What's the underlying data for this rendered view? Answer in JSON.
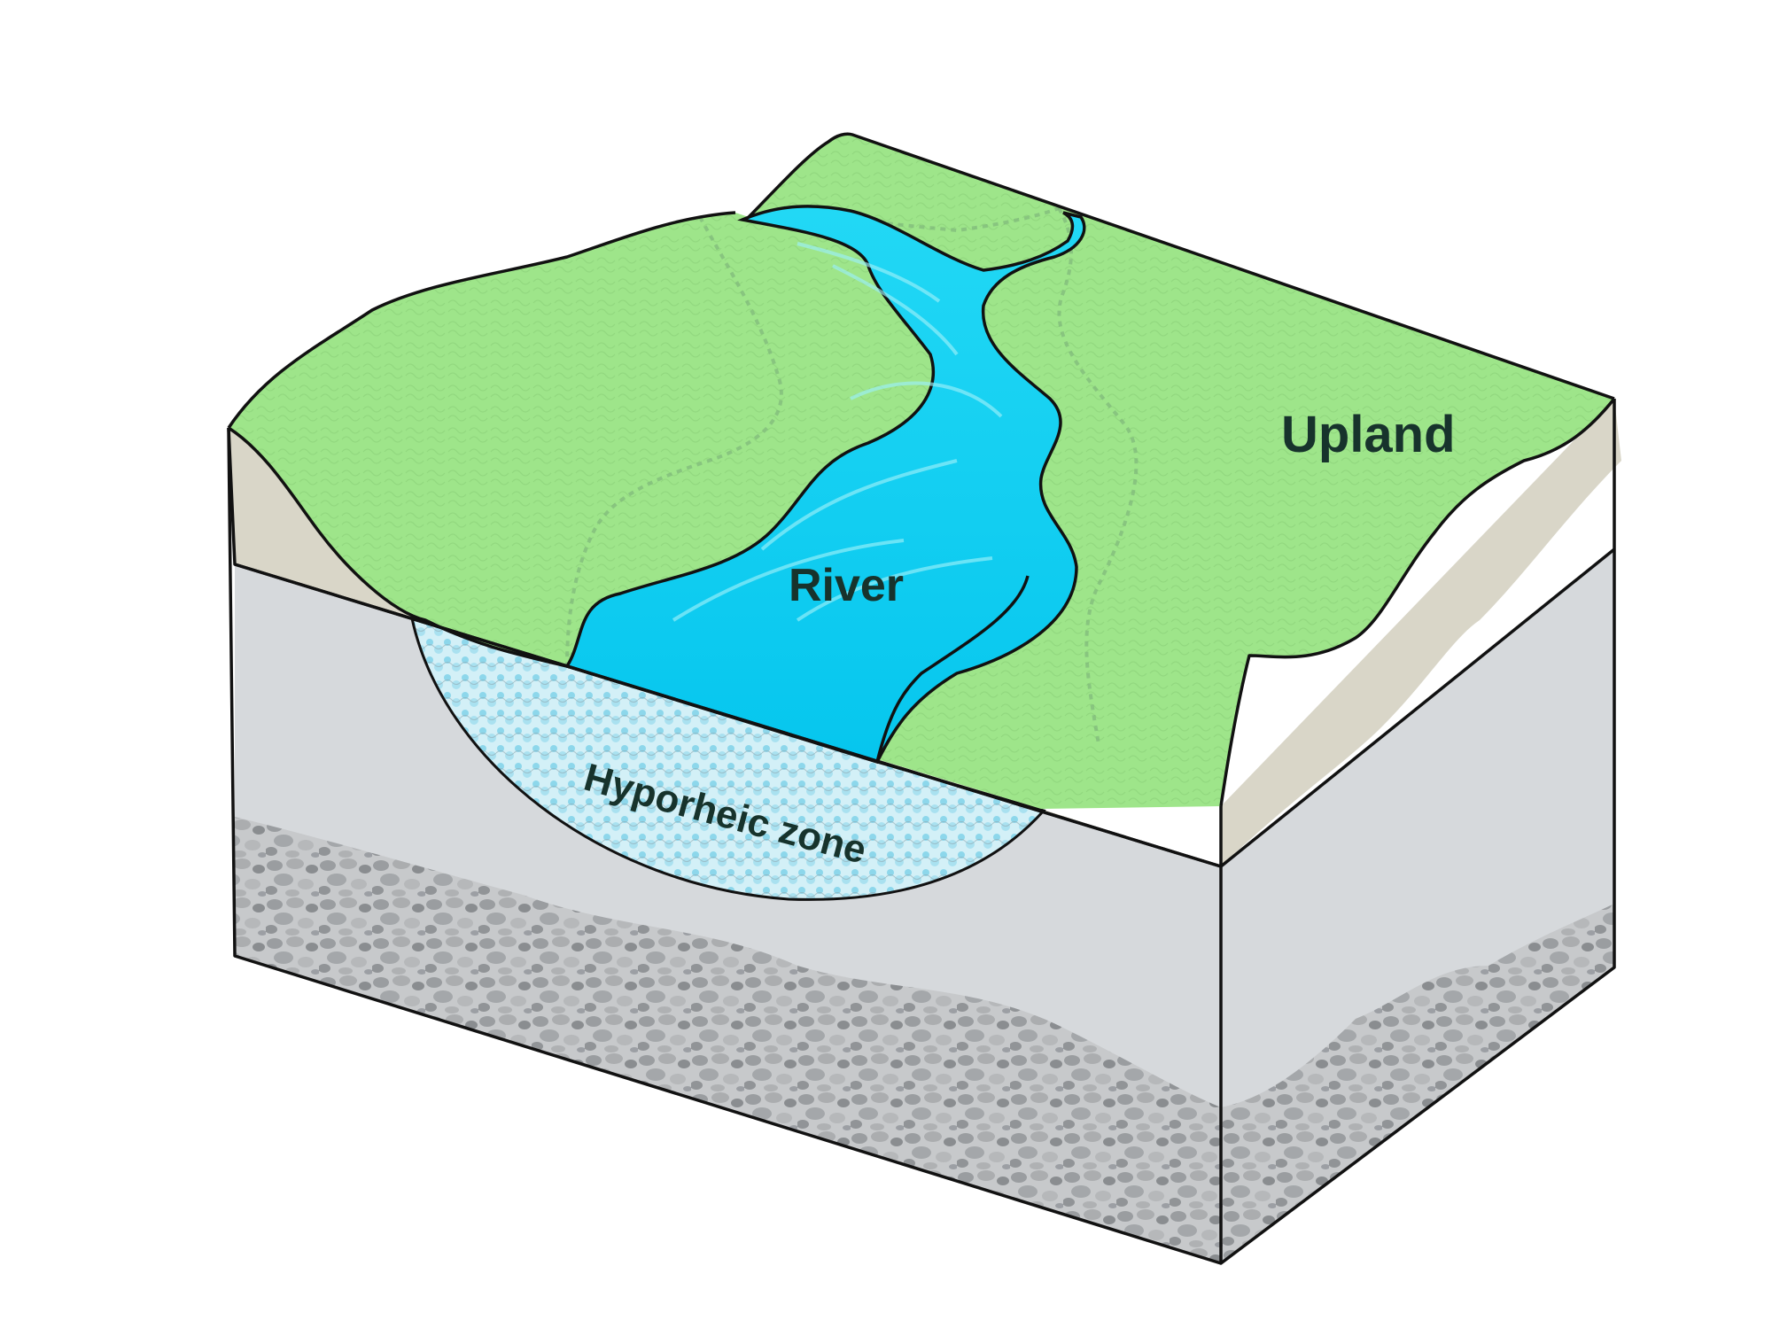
{
  "labels": {
    "upland": "Upland",
    "river": "River",
    "hyporheic_zone": "Hyporheic zone"
  },
  "colors": {
    "upland_green": "#9ee58a",
    "river_blue": "#10d4f2",
    "soil_tan": "#d9d6c8",
    "subsurface_gray": "#d6d9dc",
    "gravel": "#b9bbbd",
    "hyporheic_tint": "#cfeff7",
    "outline": "#111111",
    "label_text": "#17332c"
  }
}
